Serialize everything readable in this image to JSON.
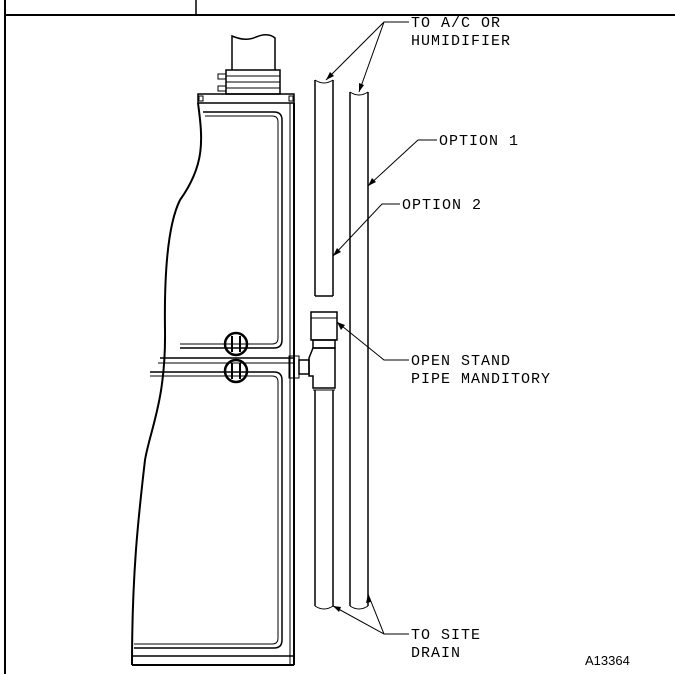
{
  "labels": {
    "to_ac_line1": "TO A/C OR",
    "to_ac_line2": "HUMIDIFIER",
    "option1": "OPTION 1",
    "option2": "OPTION 2",
    "open_stand_line1": "OPEN STAND",
    "open_stand_line2": "PIPE MANDITORY",
    "site_drain_line1": "TO SITE",
    "site_drain_line2": "DRAIN"
  },
  "figure_id": "A13364"
}
